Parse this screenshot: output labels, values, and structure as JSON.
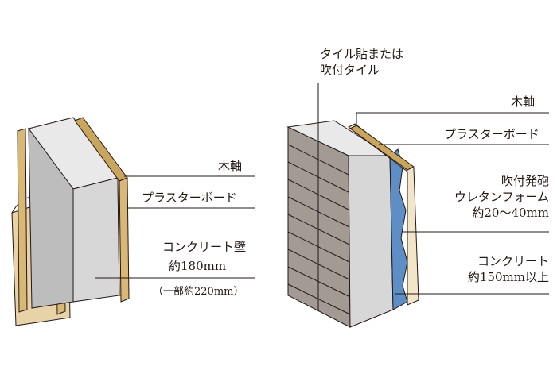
{
  "colors": {
    "wood": "#d9b774",
    "wood_dark": "#8a6b2f",
    "plaster": "#f3e6c8",
    "concrete": "#d7d7d7",
    "concrete_side": "#bdbdbd",
    "tile": "#a29a93",
    "tile_side": "#867d76",
    "foam": "#5d8fc6",
    "line": "#231815"
  },
  "left_wall": {
    "labels": {
      "wood_frame": "木軸",
      "plasterboard": "プラスターボード",
      "concrete_wall": "コンクリート壁",
      "concrete_thickness": "約180mm",
      "partial_thickness": "（一部約220mm）"
    }
  },
  "right_wall": {
    "labels": {
      "tile_line1": "タイル貼または",
      "tile_line2": "吹付タイル",
      "wood_frame": "木軸",
      "plasterboard": "プラスターボード",
      "foam_line1": "吹付発砲",
      "foam_line2": "ウレタンフォーム",
      "foam_line3": "約20〜40mm",
      "concrete_line1": "コンクリート",
      "concrete_line2": "約150mm以上"
    }
  }
}
